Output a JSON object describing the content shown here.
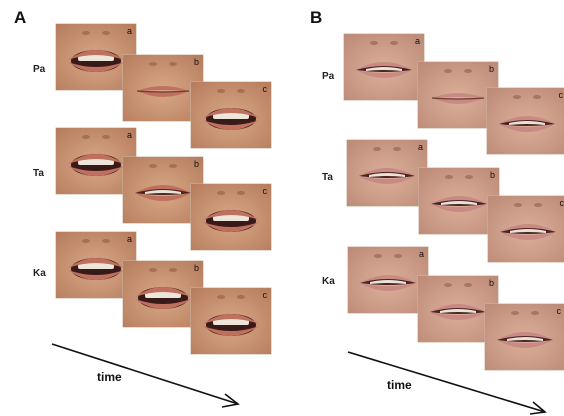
{
  "panels": [
    {
      "letter": "A",
      "skin": "#d8a887",
      "skin_dark": "#b77e5e",
      "rows": [
        {
          "label": "Pa",
          "frames": [
            {
              "letter": "a",
              "mouth": "open"
            },
            {
              "letter": "b",
              "mouth": "closed"
            },
            {
              "letter": "c",
              "mouth": "open"
            }
          ]
        },
        {
          "label": "Ta",
          "frames": [
            {
              "letter": "a",
              "mouth": "open"
            },
            {
              "letter": "b",
              "mouth": "half"
            },
            {
              "letter": "c",
              "mouth": "open"
            }
          ]
        },
        {
          "label": "Ka",
          "frames": [
            {
              "letter": "a",
              "mouth": "open"
            },
            {
              "letter": "b",
              "mouth": "open"
            },
            {
              "letter": "c",
              "mouth": "open"
            }
          ]
        }
      ],
      "axis_label": "time"
    },
    {
      "letter": "B",
      "skin": "#dcb09a",
      "skin_dark": "#bd8b78",
      "rows": [
        {
          "label": "Pa",
          "frames": [
            {
              "letter": "a",
              "mouth": "half"
            },
            {
              "letter": "b",
              "mouth": "closed"
            },
            {
              "letter": "c",
              "mouth": "half"
            }
          ]
        },
        {
          "label": "Ta",
          "frames": [
            {
              "letter": "a",
              "mouth": "half"
            },
            {
              "letter": "b",
              "mouth": "half"
            },
            {
              "letter": "c",
              "mouth": "half"
            }
          ]
        },
        {
          "label": "Ka",
          "frames": [
            {
              "letter": "a",
              "mouth": "half"
            },
            {
              "letter": "b",
              "mouth": "half"
            },
            {
              "letter": "c",
              "mouth": "half"
            }
          ]
        }
      ],
      "axis_label": "time"
    }
  ]
}
